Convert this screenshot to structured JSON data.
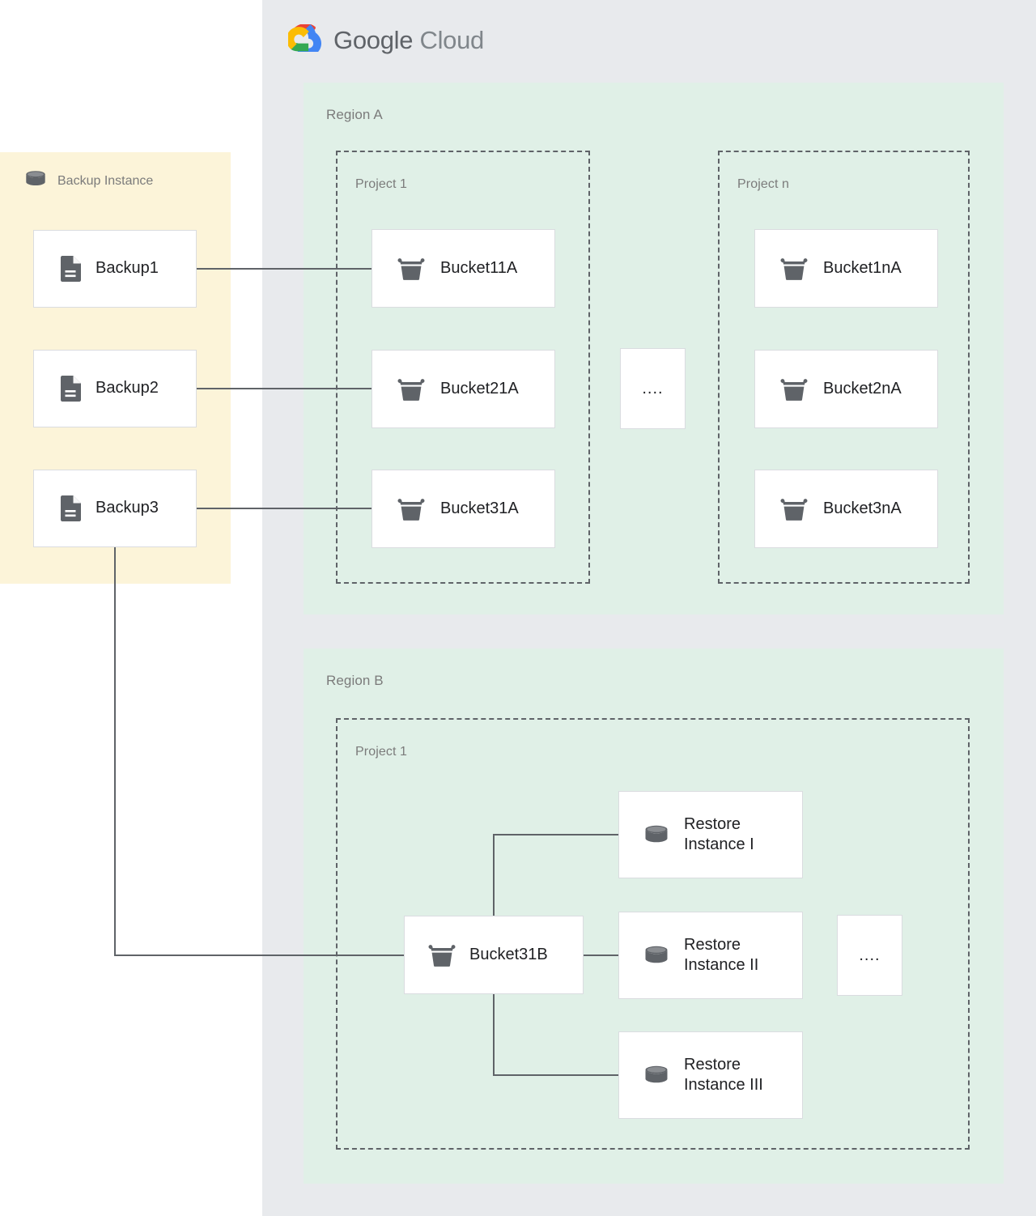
{
  "brand": {
    "logo_icon": "google-cloud-logo-icon",
    "name_part1": "Google",
    "name_part2": "Cloud",
    "colors": {
      "red": "#EA4335",
      "yellow": "#FBBC05",
      "green": "#34A853",
      "blue": "#4285F4",
      "wordmark": "#5F6368"
    }
  },
  "palette": {
    "cloud_panel_bg": "#e8eaed",
    "region_bg": "#e0f0e7",
    "backup_panel_bg": "#fcf4d9",
    "node_bg": "#ffffff",
    "node_border": "#dadce0",
    "project_border": "#5f6368",
    "connector": "#5f6368",
    "title_text": "#7b7b7b",
    "node_text": "#202124",
    "icon_gray": "#5f6368"
  },
  "backup_instance": {
    "title": "Backup Instance",
    "icon": "database-cylinder-icon",
    "backups": [
      {
        "label": "Backup1",
        "icon": "document-file-icon"
      },
      {
        "label": "Backup2",
        "icon": "document-file-icon"
      },
      {
        "label": "Backup3",
        "icon": "document-file-icon"
      }
    ]
  },
  "regions": [
    {
      "title": "Region A",
      "projects": [
        {
          "title": "Project 1",
          "nodes": [
            {
              "label": "Bucket11A",
              "icon": "storage-bucket-icon"
            },
            {
              "label": "Bucket21A",
              "icon": "storage-bucket-icon"
            },
            {
              "label": "Bucket31A",
              "icon": "storage-bucket-icon"
            }
          ]
        },
        {
          "title": "Project n",
          "nodes": [
            {
              "label": "Bucket1nA",
              "icon": "storage-bucket-icon"
            },
            {
              "label": "Bucket2nA",
              "icon": "storage-bucket-icon"
            },
            {
              "label": "Bucket3nA",
              "icon": "storage-bucket-icon"
            }
          ]
        }
      ],
      "ellipsis": "...."
    },
    {
      "title": "Region B",
      "projects": [
        {
          "title": "Project 1",
          "bucket": {
            "label": "Bucket31B",
            "icon": "storage-bucket-icon"
          },
          "restore_instances": [
            {
              "label": "Restore\nInstance I",
              "icon": "database-cylinder-icon"
            },
            {
              "label": "Restore\nInstance II",
              "icon": "database-cylinder-icon"
            },
            {
              "label": "Restore\nInstance III",
              "icon": "database-cylinder-icon"
            }
          ],
          "ellipsis": "...."
        }
      ]
    }
  ]
}
